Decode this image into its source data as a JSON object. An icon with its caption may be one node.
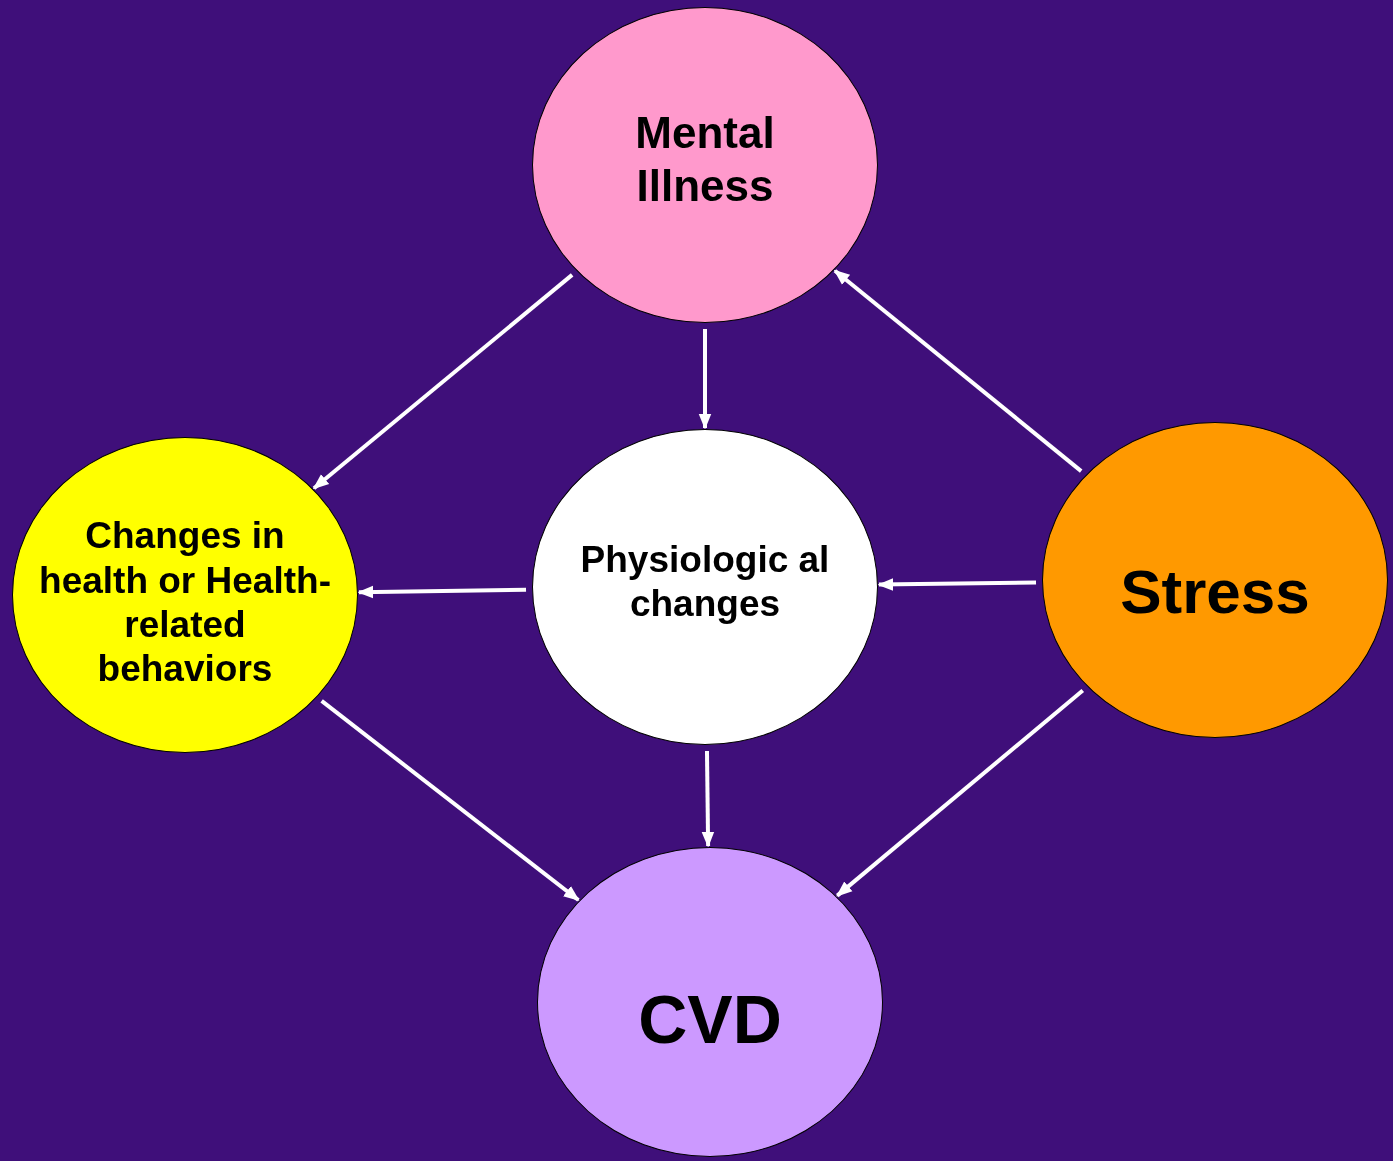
{
  "diagram": {
    "nodes": [
      {
        "text": [
          "Mental Illness"
        ]
      },
      {
        "text": [
          "Changes in health or Health-related behaviors"
        ]
      },
      {
        "text": [
          "Physiologic al changes"
        ]
      },
      {
        "text": [
          "Stress"
        ]
      },
      {
        "text": [
          "CVD"
        ]
      }
    ],
    "edges": [
      {
        "from": 0,
        "to": 1,
        "arrow": "to"
      },
      {
        "from": 0,
        "to": 2,
        "arrow": "to"
      },
      {
        "from": 3,
        "to": 0,
        "arrow": "to"
      },
      {
        "from": 2,
        "to": 1,
        "arrow": "to"
      },
      {
        "from": 3,
        "to": 2,
        "arrow": "to"
      },
      {
        "from": 1,
        "to": 4,
        "arrow": "to"
      },
      {
        "from": 2,
        "to": 4,
        "arrow": "to"
      },
      {
        "from": 3,
        "to": 4,
        "arrow": "to"
      }
    ]
  }
}
